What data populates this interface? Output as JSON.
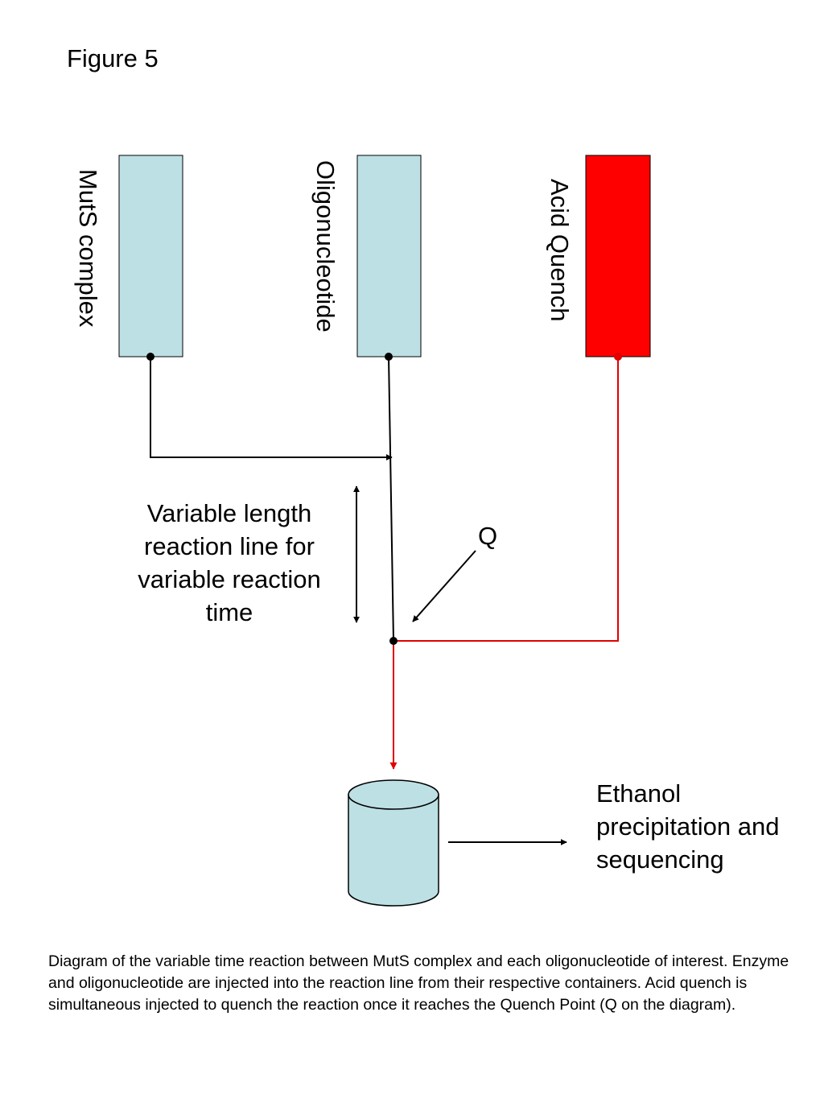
{
  "figure_title": "Figure 5",
  "containers": [
    {
      "label": "MutS complex",
      "fill": "#bde0e4"
    },
    {
      "label": "Oligonucleotide",
      "fill": "#bde0e4"
    },
    {
      "label": "Acid Quench",
      "fill": "#ff0000"
    }
  ],
  "reaction_line_label": "Variable length reaction line for variable reaction time",
  "quench_point_label": "Q",
  "collection_vessel_fill": "#bde0e4",
  "outcome_label": "Ethanol precipitation and sequencing",
  "caption": "Diagram of the variable time reaction between MutS complex and each oligonucleotide of interest.  Enzyme and oligonucleotide are injected into the reaction line from their respective containers.  Acid quench is simultaneous injected to quench the reaction once it reaches the Quench Point (Q on the diagram).",
  "colors": {
    "line_black": "#000000",
    "line_red": "#e00000"
  }
}
